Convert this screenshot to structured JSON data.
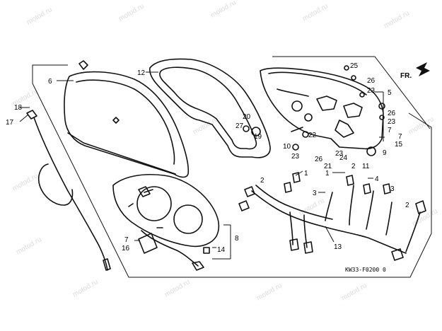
{
  "diagram": {
    "code": "KW33-F0200 0",
    "direction": "FR.",
    "watermark": "motod.ru",
    "labels": {
      "n1a": "1",
      "n1b": "1",
      "n2a": "2",
      "n2b": "2",
      "n2c": "2",
      "n3a": "3",
      "n3b": "3",
      "n4": "4",
      "n5": "5",
      "n6": "6",
      "n7a": "7",
      "n7b": "7",
      "n7c": "7",
      "n8": "8",
      "n9": "9",
      "n10": "10",
      "n11": "11",
      "n12": "12",
      "n13": "13",
      "n14": "14",
      "n15": "15",
      "n16": "16",
      "n17": "17",
      "n18": "18",
      "n19": "19",
      "n20": "20",
      "n21": "21",
      "n22": "22",
      "n23a": "23",
      "n23b": "23",
      "n23c": "23",
      "n23d": "23",
      "n24": "24",
      "n25": "25",
      "n26a": "26",
      "n26b": "26",
      "n26c": "26",
      "n27": "27"
    }
  }
}
